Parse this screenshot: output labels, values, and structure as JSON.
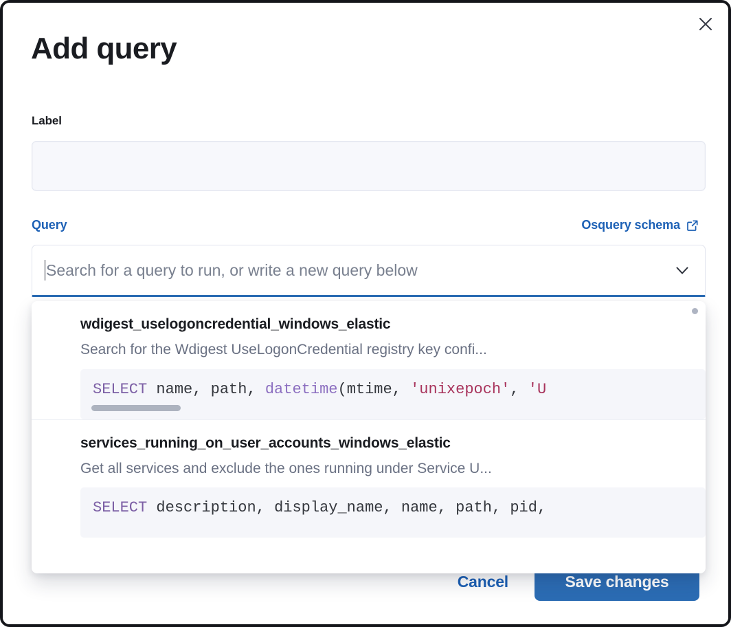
{
  "window": {
    "close_icon": "close-icon"
  },
  "modal": {
    "title": "Add query",
    "label_field": {
      "label": "Label",
      "value": "",
      "placeholder": ""
    },
    "query_section": {
      "label": "Query",
      "schema_link": "Osquery schema",
      "schema_link_icon": "external-link-icon",
      "combobox": {
        "value": "",
        "placeholder": "Search for a query to run, or write a new query below",
        "chevron_icon": "chevron-down-icon"
      }
    },
    "footer": {
      "cancel_label": "Cancel",
      "save_label": "Save changes"
    }
  },
  "dropdown": {
    "options": [
      {
        "title": "wdigest_uselogoncredential_windows_elastic",
        "description": "Search for the Wdigest UseLogonCredential registry key confi...",
        "code_tokens": [
          {
            "t": "SELECT",
            "c": "kw"
          },
          {
            "t": " name",
            "c": "txt"
          },
          {
            "t": ", ",
            "c": "pun"
          },
          {
            "t": "path",
            "c": "txt"
          },
          {
            "t": ", ",
            "c": "pun"
          },
          {
            "t": "datetime",
            "c": "fn"
          },
          {
            "t": "(",
            "c": "pun"
          },
          {
            "t": "mtime",
            "c": "txt"
          },
          {
            "t": ", ",
            "c": "pun"
          },
          {
            "t": "'unixepoch'",
            "c": "str"
          },
          {
            "t": ", ",
            "c": "pun"
          },
          {
            "t": "'U",
            "c": "str"
          }
        ],
        "has_scrollbar": true
      },
      {
        "title": "services_running_on_user_accounts_windows_elastic",
        "description": "Get all services and exclude the ones running under Service U...",
        "code_tokens": [
          {
            "t": "SELECT",
            "c": "kw"
          },
          {
            "t": " description",
            "c": "txt"
          },
          {
            "t": ", ",
            "c": "pun"
          },
          {
            "t": "display_name",
            "c": "txt"
          },
          {
            "t": ", ",
            "c": "pun"
          },
          {
            "t": "name",
            "c": "txt"
          },
          {
            "t": ", ",
            "c": "pun"
          },
          {
            "t": "path",
            "c": "txt"
          },
          {
            "t": ", ",
            "c": "pun"
          },
          {
            "t": "pid",
            "c": "txt"
          },
          {
            "t": ",",
            "c": "pun"
          }
        ],
        "has_scrollbar": false
      }
    ]
  },
  "colors": {
    "accent_blue": "#1c60b5",
    "button_blue": "#2b6cb4",
    "text_dark": "#1a1c21",
    "text_muted": "#6a7183",
    "code_bg": "#f5f6fa",
    "input_bg": "#f7f8fc",
    "keyword_purple": "#7c5fa5",
    "string_maroon": "#a8345c"
  }
}
